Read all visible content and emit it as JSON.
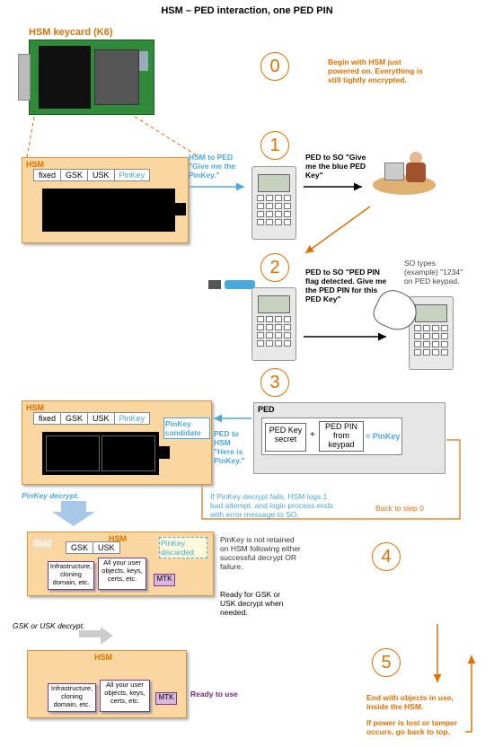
{
  "title": "HSM – PED interaction, one PED PIN",
  "keycard_label": "HSM keycard (K6)",
  "hsm_label": "HSM",
  "key_fields": [
    "fixed",
    "GSK",
    "USK",
    "PinKey"
  ],
  "steps": {
    "s0": {
      "num": "0",
      "text": "Begin with HSM just powered on. Everything is still tightly encrypted."
    },
    "s1": {
      "num": "1",
      "hsm_to_ped": "HSM to PED \"Give me the PinKey.\"",
      "ped_to_so": "PED to SO \"Give me the blue PED Key\""
    },
    "s2": {
      "num": "2",
      "ped_to_so": "PED to SO \"PED PIN flag detected. Give me the PED PIN for this PED Key\"",
      "so_types": "SO types (example) \"1234\" on PED keypad."
    },
    "s3": {
      "num": "3",
      "ped_title": "PED",
      "ped_key_secret": "PED Key secret",
      "plus": "+",
      "ped_pin": "PED PIN from keypad",
      "equals_pinkey": "= PinKey",
      "ped_to_hsm": "PED to HSM \"Here is PinKey.\"",
      "pinkey_candidate": "PinKey candidate",
      "pinkey_decrypt": "PinKey decrypt.",
      "fail_text": "If PinKey decrypt fails, HSM logs 1 bad attempt, and login process ends with error message to SO.",
      "back": "Back to step 0"
    },
    "s4": {
      "num": "4",
      "pinkey_discarded": "PinKey discarded",
      "infra": "Infrastructure, cloning domain, etc.",
      "user_objects": "All your user objects, keys, certs, etc.",
      "mtk": "MTK",
      "not_retained": "PinKey is not retained on HSM following either successful decrypt OR failure.",
      "ready_for": "Ready for GSK or USK decrypt when needed.",
      "gsk_usk_decrypt": "GSK or USK decrypt."
    },
    "s5": {
      "num": "5",
      "ready_to_use": "Ready to use",
      "end_text": "End with objects in use, inside the HSM.",
      "power_lost": "If power is lost or tamper occurs, go back to top."
    }
  },
  "colors": {
    "orange": "#e07000",
    "blue": "#4aa8dc",
    "purple": "#6b2a7a",
    "panel": "#fad7a0"
  }
}
